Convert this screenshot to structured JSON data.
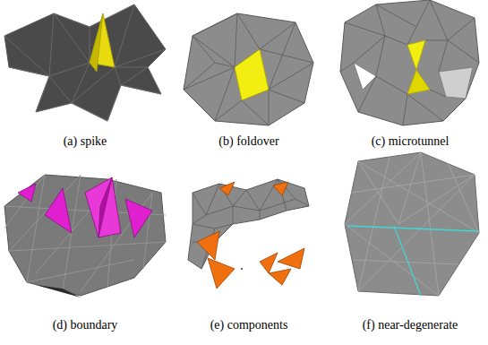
{
  "diagram": {
    "labels": [
      "(a) spike",
      "(b) foldover",
      "(c) microtunnel",
      "(d) boundary",
      "(e) components",
      "(f) near-degenerate"
    ]
  }
}
